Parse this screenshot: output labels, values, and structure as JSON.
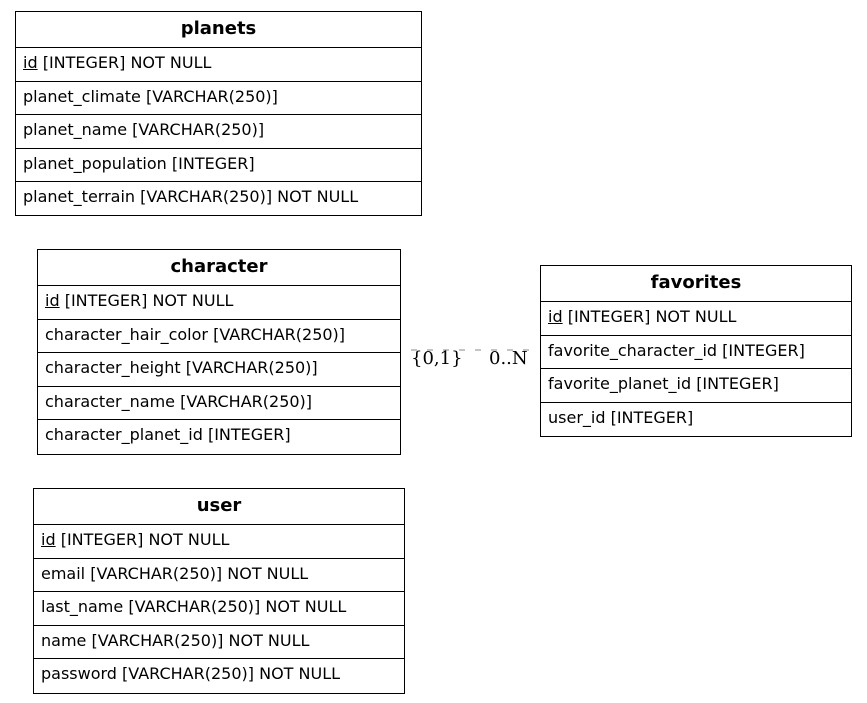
{
  "entities": {
    "planets": {
      "name": "planets",
      "columns": [
        {
          "pk": "id",
          "rest": " [INTEGER] NOT NULL"
        },
        {
          "text": "planet_climate [VARCHAR(250)]"
        },
        {
          "text": "planet_name [VARCHAR(250)]"
        },
        {
          "text": "planet_population [INTEGER]"
        },
        {
          "text": "planet_terrain [VARCHAR(250)] NOT NULL"
        }
      ]
    },
    "character": {
      "name": "character",
      "columns": [
        {
          "pk": "id",
          "rest": " [INTEGER] NOT NULL"
        },
        {
          "text": "character_hair_color [VARCHAR(250)]"
        },
        {
          "text": "character_height [VARCHAR(250)]"
        },
        {
          "text": "character_name [VARCHAR(250)]"
        },
        {
          "text": "character_planet_id [INTEGER]"
        }
      ]
    },
    "favorites": {
      "name": "favorites",
      "columns": [
        {
          "pk": "id",
          "rest": " [INTEGER] NOT NULL"
        },
        {
          "text": "favorite_character_id [INTEGER]"
        },
        {
          "text": "favorite_planet_id [INTEGER]"
        },
        {
          "text": "user_id [INTEGER]"
        }
      ]
    },
    "user": {
      "name": "user",
      "columns": [
        {
          "pk": "id",
          "rest": " [INTEGER] NOT NULL"
        },
        {
          "text": "email [VARCHAR(250)] NOT NULL"
        },
        {
          "text": "last_name [VARCHAR(250)] NOT NULL"
        },
        {
          "text": "name [VARCHAR(250)] NOT NULL"
        },
        {
          "text": "password [VARCHAR(250)] NOT NULL"
        }
      ]
    }
  },
  "relationship": {
    "from_cardinality": "{0,1}",
    "to_cardinality": "0..N"
  }
}
